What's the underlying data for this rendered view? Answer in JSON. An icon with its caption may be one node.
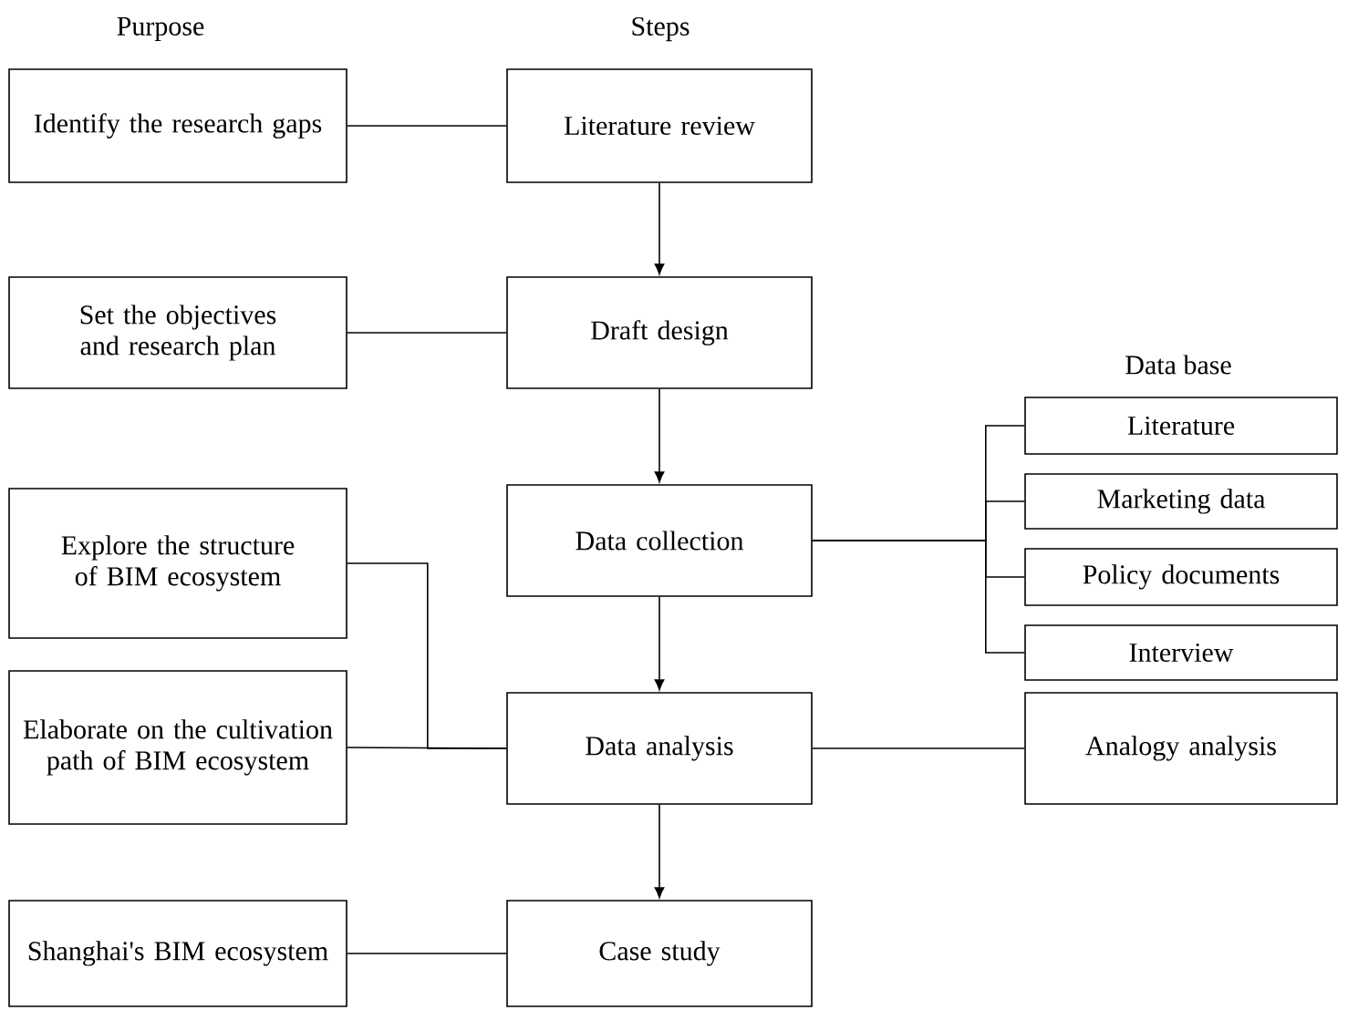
{
  "diagram": {
    "nodes": [
      {
        "text": [
          "Identify the research gaps"
        ]
      },
      {
        "text": [
          "Literature review"
        ]
      },
      {
        "text": [
          "Set the objectives and research plan"
        ]
      },
      {
        "text": [
          "Draft design"
        ]
      },
      {
        "text": [
          "Literature"
        ]
      },
      {
        "text": [
          "Marketing data"
        ]
      },
      {
        "text": [
          "Policy documents"
        ]
      },
      {
        "text": [
          "Interview"
        ]
      },
      {
        "text": [
          "Data collection"
        ]
      },
      {
        "text": [
          "Explore the structure of BIM ecosystem"
        ]
      },
      {
        "text": [
          "Elaborate on the cultivation path of BIM ecosystem"
        ]
      },
      {
        "text": [
          "Data analysis"
        ]
      },
      {
        "text": [
          "Analogy analysis"
        ]
      },
      {
        "text": [
          "Shanghai's BIM ecosystem"
        ]
      },
      {
        "text": [
          "Case study"
        ]
      }
    ],
    "edges": [
      {
        "from": 0,
        "to": 1,
        "arrow": "none"
      },
      {
        "from": 1,
        "to": 3,
        "arrow": "to"
      },
      {
        "from": 2,
        "to": 3,
        "arrow": "none"
      },
      {
        "from": 3,
        "to": 8,
        "arrow": "to"
      },
      {
        "from": 8,
        "to": 4,
        "arrow": "none"
      },
      {
        "from": 8,
        "to": 5,
        "arrow": "none"
      },
      {
        "from": 8,
        "to": 6,
        "arrow": "none"
      },
      {
        "from": 8,
        "to": 7,
        "arrow": "none"
      },
      {
        "from": 9,
        "to": 11,
        "arrow": "none"
      },
      {
        "from": 10,
        "to": 11,
        "arrow": "none"
      },
      {
        "from": 8,
        "to": 11,
        "arrow": "to"
      },
      {
        "from": 11,
        "to": 12,
        "arrow": "none"
      },
      {
        "from": 11,
        "to": 14,
        "arrow": "to"
      },
      {
        "from": 13,
        "to": 14,
        "arrow": "none"
      }
    ],
    "labels": [
      "Purpose",
      "Steps",
      "Data base"
    ]
  }
}
